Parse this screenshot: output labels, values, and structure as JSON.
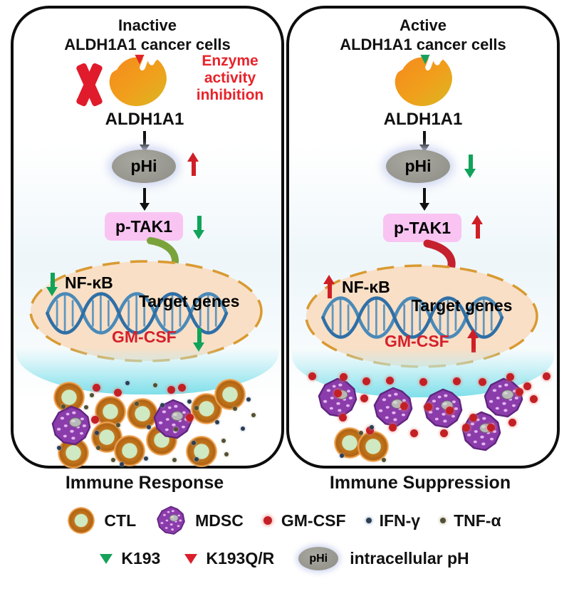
{
  "figure": {
    "panels": [
      {
        "title_line1": "Inactive",
        "title_line2": "ALDH1A1 cancer cells",
        "inhibition_note": [
          "Enzyme",
          "activity",
          "inhibition"
        ],
        "enzyme_label": "ALDH1A1",
        "phi_label": "pHi",
        "phi_trend_class": "trend-up col-red",
        "ptak1_label": "p-TAK1",
        "ptak1_trend_class": "trend-down col-green",
        "nfkb_label": "NF-κB",
        "nfkb_trend_class": "trend-down col-green",
        "target_genes_label": "Target genes",
        "gmcsf_label": "GM-CSF",
        "gmcsf_trend_class": "trend-down col-green",
        "caption": "Immune Response"
      },
      {
        "title_line1": "Active",
        "title_line2": "ALDH1A1 cancer cells",
        "enzyme_label": "ALDH1A1",
        "phi_label": "pHi",
        "phi_trend_class": "trend-down col-green",
        "ptak1_label": "p-TAK1",
        "ptak1_trend_class": "trend-up col-red",
        "nfkb_label": "NF-κB",
        "nfkb_trend_class": "trend-up col-red",
        "target_genes_label": "Target genes",
        "gmcsf_label": "GM-CSF",
        "gmcsf_trend_class": "trend-up col-red",
        "caption": "Immune Suppression"
      }
    ],
    "legend": {
      "row1": [
        {
          "label": "CTL"
        },
        {
          "label": "MDSC"
        },
        {
          "label": "GM-CSF"
        },
        {
          "label": "IFN-γ"
        },
        {
          "label": "TNF-α"
        }
      ],
      "row2": [
        {
          "label": "K193"
        },
        {
          "label": "K193Q/R"
        },
        {
          "label": "intracellular pH",
          "icon_text": "pHi"
        }
      ]
    },
    "colors": {
      "trend_red": "#cf1f26",
      "trend_green": "#10a35a",
      "enzyme_orange": "#f5891d",
      "enzyme_gold": "#d9b722",
      "k193_marker_green": "#17a15c",
      "k193qr_marker_red": "#e02525",
      "inhibition_x_red": "#e01b2c",
      "ptak1_box_pink": "#f9c4f2",
      "phi_gray": "#8d8d85",
      "nucleus_peach": "#f8dfc6",
      "nucleus_border_orange": "#d99a31",
      "membrane_cyan": "#7fdfe9",
      "mdsc_purple": "#8b3cab",
      "ctl_ring_brown": "#b06414",
      "gmcsf_dot_red": "#c32026",
      "ifng_dot_navy": "#2c3e52",
      "tnfa_dot_olive": "#514f35",
      "dna_blue": "#4a8ab8"
    },
    "scatter": {
      "left": [
        [
          "c",
          78,
          546
        ],
        [
          "c",
          136,
          566
        ],
        [
          "c",
          181,
          569
        ],
        [
          "c",
          271,
          562
        ],
        [
          "c",
          304,
          542
        ],
        [
          "c",
          131,
          602
        ],
        [
          "c",
          163,
          621
        ],
        [
          "c",
          208,
          606
        ],
        [
          "c",
          264,
          622
        ],
        [
          "c",
          84,
          624
        ],
        [
          "m",
          81,
          586
        ],
        [
          "m",
          224,
          577
        ],
        [
          "g",
          116,
          532
        ],
        [
          "g",
          146,
          539
        ],
        [
          "g",
          221,
          535
        ],
        [
          "g",
          236,
          532
        ],
        [
          "g",
          114,
          577
        ],
        [
          "g",
          247,
          574
        ],
        [
          "i",
          160,
          526
        ],
        [
          "t",
          199,
          529
        ],
        [
          "i",
          247,
          552
        ],
        [
          "t",
          257,
          561
        ],
        [
          "t",
          102,
          560
        ],
        [
          "i",
          117,
          596
        ],
        [
          "t",
          147,
          585
        ],
        [
          "i",
          190,
          588
        ],
        [
          "t",
          228,
          591
        ],
        [
          "i",
          286,
          581
        ],
        [
          "t",
          311,
          562
        ],
        [
          "i",
          322,
          590
        ],
        [
          "t",
          140,
          634
        ],
        [
          "i",
          186,
          632
        ],
        [
          "t",
          226,
          634
        ],
        [
          "i",
          257,
          633
        ],
        [
          "t",
          299,
          626
        ],
        [
          "i",
          64,
          617
        ],
        [
          "t",
          70,
          559
        ],
        [
          "i",
          330,
          549
        ],
        [
          "t",
          337,
          571
        ],
        [
          "i",
          209,
          557
        ],
        [
          "t",
          173,
          555
        ],
        [
          "i",
          253,
          610
        ],
        [
          "t",
          295,
          607
        ],
        [
          "t",
          119,
          617
        ],
        [
          "i",
          152,
          640
        ],
        [
          "t",
          110,
          543
        ]
      ],
      "right": [
        [
          "m",
          68,
          547
        ],
        [
          "m",
          146,
          560
        ],
        [
          "m",
          216,
          562
        ],
        [
          "m",
          301,
          547
        ],
        [
          "m",
          270,
          594
        ],
        [
          "c",
          85,
          610
        ],
        [
          "c",
          118,
          615
        ],
        [
          "g",
          32,
          516
        ],
        [
          "g",
          76,
          517
        ],
        [
          "g",
          108,
          523
        ],
        [
          "g",
          141,
          522
        ],
        [
          "g",
          188,
          524
        ],
        [
          "g",
          235,
          523
        ],
        [
          "g",
          271,
          524
        ],
        [
          "g",
          310,
          517
        ],
        [
          "g",
          334,
          530
        ],
        [
          "g",
          361,
          516
        ],
        [
          "g",
          68,
          540
        ],
        [
          "g",
          105,
          547
        ],
        [
          "g",
          161,
          558
        ],
        [
          "g",
          195,
          559
        ],
        [
          "g",
          225,
          564
        ],
        [
          "g",
          258,
          574
        ],
        [
          "g",
          283,
          588
        ],
        [
          "g",
          313,
          581
        ],
        [
          "g",
          343,
          548
        ],
        [
          "g",
          323,
          538
        ],
        [
          "g",
          75,
          574
        ],
        [
          "g",
          113,
          592
        ],
        [
          "g",
          145,
          588
        ],
        [
          "g",
          175,
          596
        ],
        [
          "g",
          217,
          596
        ],
        [
          "g",
          248,
          588
        ],
        [
          "t",
          101,
          596
        ],
        [
          "i",
          74,
          628
        ],
        [
          "t",
          133,
          634
        ],
        [
          "i",
          116,
          588
        ]
      ]
    }
  }
}
